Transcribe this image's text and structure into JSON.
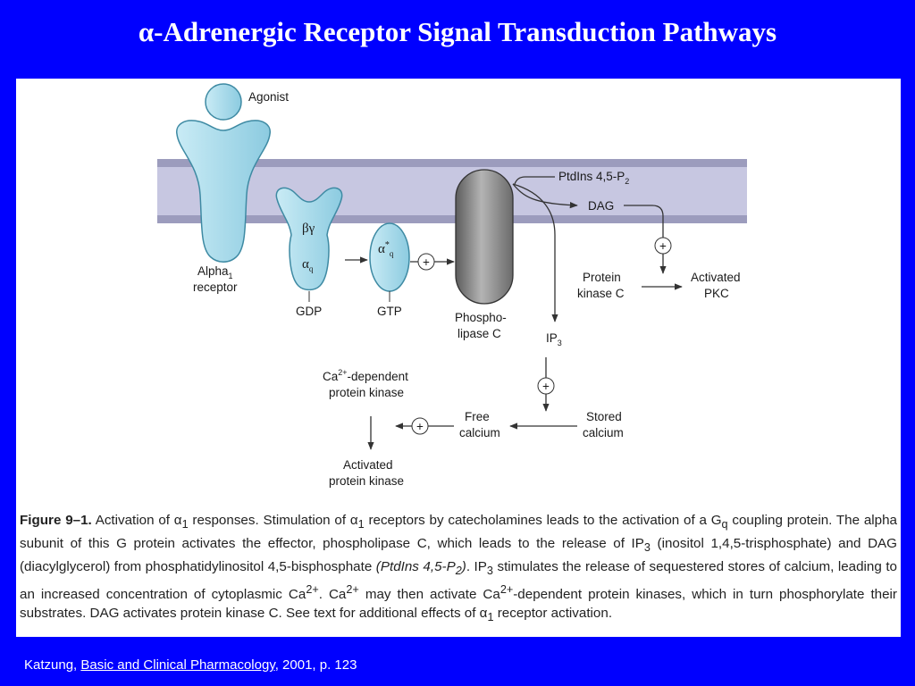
{
  "slide": {
    "title": "α-Adrenergic Receptor Signal Transduction Pathways"
  },
  "diagram": {
    "labels": {
      "agonist": "Agonist",
      "alpha1_receptor_line1": "Alpha",
      "alpha1_receptor_sub": "1",
      "alpha1_receptor_line2": "receptor",
      "beta_gamma": "βγ",
      "alpha_q": "α",
      "alpha_q_sub": "q",
      "alpha_star_q": "α",
      "alpha_star_q_sup": "*",
      "alpha_star_q_sub": "q",
      "gdp": "GDP",
      "gtp": "GTP",
      "phospholipase_line1": "Phospho-",
      "phospholipase_line2": "lipase C",
      "ptdins": "PtdIns 4,5-P",
      "ptdins_sub": "2",
      "dag": "DAG",
      "protein_kinase_c_line1": "Protein",
      "protein_kinase_c_line2": "kinase C",
      "activated_pkc_line1": "Activated",
      "activated_pkc_line2": "PKC",
      "ip3": "IP",
      "ip3_sub": "3",
      "stored_calcium_line1": "Stored",
      "stored_calcium_line2": "calcium",
      "free_calcium_line1": "Free",
      "free_calcium_line2": "calcium",
      "ca_kinase_line1_a": "Ca",
      "ca_kinase_line1_sup": "2+",
      "ca_kinase_line1_b": "-dependent",
      "ca_kinase_line2": "protein kinase",
      "activated_kinase_line1": "Activated",
      "activated_kinase_line2": "protein kinase",
      "plus": "+"
    }
  },
  "caption": {
    "figure_label": "Figure 9–1.",
    "text": [
      "Activation of α",
      "1",
      " responses. Stimulation of α",
      "1",
      " receptors by catecholamines leads to the activation of a G",
      "q",
      " coupling protein. The alpha subunit of this G protein activates the effector, phospholipase C, which leads to the release of IP",
      "3",
      " (inositol 1,4,5-trisphosphate) and DAG (diacylglycerol) from phosphatidylinositol 4,5-bisphosphate ",
      "(PtdIns 4,5-P",
      "2",
      ")",
      ". IP",
      "3",
      " stimulates the release of sequestered stores of calcium, leading to an increased concentration of cytoplasmic Ca",
      "2+",
      ". Ca",
      "2+",
      " may then activate Ca",
      "2+",
      "-dependent protein kinases, which in turn phosphorylate their substrates. DAG activates protein kinase C. See text for additional effects of α",
      "1",
      " receptor activation."
    ]
  },
  "citation": {
    "author": "Katzung, ",
    "book": "Basic and Clinical Pharmacology",
    "details": ", 2001, p. 123"
  },
  "colors": {
    "background": "#0000ff",
    "membrane": "#c7c7e1",
    "protein": "#9fd6e8",
    "protein_outline": "#3e8aa3",
    "phospholipase": "#8a8a8a"
  }
}
